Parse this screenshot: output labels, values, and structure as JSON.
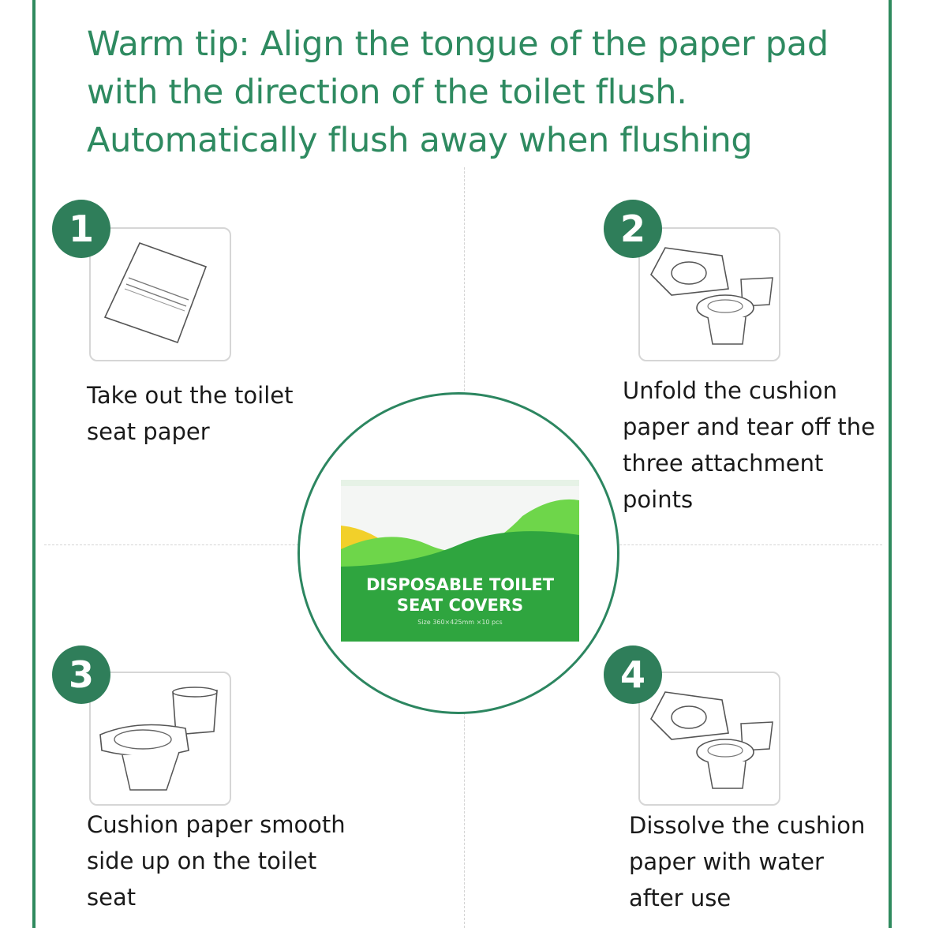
{
  "tip": {
    "text": "Warm tip: Align the tongue of the paper pad with the direction of the toilet flush. Automatically flush away when flushing"
  },
  "steps": [
    {
      "number": "1",
      "text": "Take out the toilet seat paper"
    },
    {
      "number": "2",
      "text": "Unfold the cushion paper and tear off the three attachment points"
    },
    {
      "number": "3",
      "text": "Cushion paper smooth side up on the toilet seat"
    },
    {
      "number": "4",
      "text": "Dissolve the cushion paper with water after use"
    }
  ],
  "product": {
    "title_line1": "DISPOSABLE TOILET",
    "title_line2": "SEAT COVERS",
    "size_text": "Size 360×425mm ×10 pcs"
  },
  "colors": {
    "brand_green": "#2f7e5a",
    "tip_text": "#2e8a60",
    "frame": "#2f8a5e",
    "pack_green": "#2fa53f",
    "pack_yellow": "#f2d02a"
  },
  "icons": {
    "badge_icon": "numbered-circle-badge",
    "step1_icon": "folded-paper-icon",
    "step2_icon": "unfold-paper-on-toilet-icon",
    "step3_icon": "paper-on-toilet-seat-icon",
    "step4_icon": "toilet-flush-icon"
  }
}
